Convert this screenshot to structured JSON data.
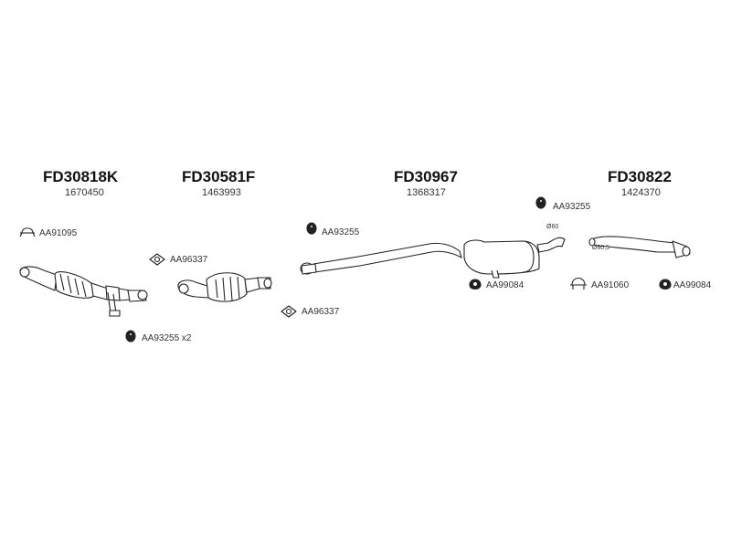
{
  "parts": [
    {
      "code": "FD30818K",
      "oe": "1670450"
    },
    {
      "code": "FD30581F",
      "oe": "1463993"
    },
    {
      "code": "FD30967",
      "oe": "1368317"
    },
    {
      "code": "FD30822",
      "oe": "1424370"
    }
  ],
  "accessories": {
    "clamp_1": "AA91095",
    "gasket_1": "AA96337",
    "rubber_1": "AA93255 x2",
    "rubber_2": "AA93255",
    "gasket_2": "AA96337",
    "rubber_3": "AA93255",
    "mount_1": "AA99084",
    "clamp_2": "AA91060",
    "mount_2": "AA99084"
  },
  "dimensions": {
    "diameter_1": "Ø60",
    "diameter_2": "Ø60,5"
  }
}
